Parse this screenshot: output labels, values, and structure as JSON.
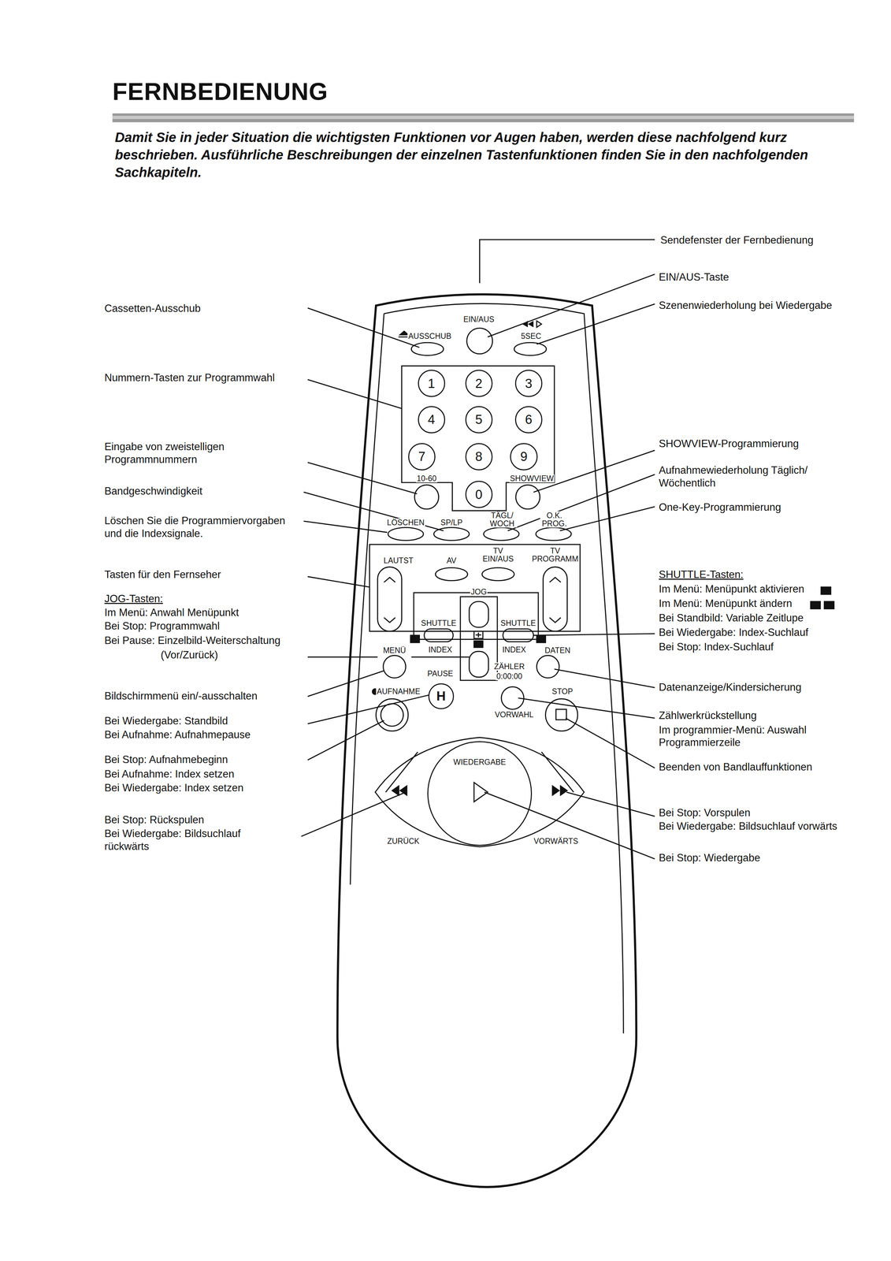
{
  "diagram": {
    "title": "FERNBEDIENUNG",
    "nodes": [
      {
        "text": [
          "1"
        ]
      },
      {
        "text": [
          "2"
        ]
      },
      {
        "text": [
          "3"
        ]
      },
      {
        "text": [
          "4"
        ]
      },
      {
        "text": [
          "5"
        ]
      },
      {
        "text": [
          "6"
        ]
      },
      {
        "text": [
          "7"
        ]
      },
      {
        "text": [
          "8"
        ]
      },
      {
        "text": [
          "9"
        ]
      },
      {
        "text": [
          "0"
        ]
      },
      {
        "text": [
          "H"
        ]
      },
      {
        "text": [
          "WIEDERGABE"
        ]
      }
    ],
    "labels": [
      "Damit Sie in jeder Situation die wichtigsten Funktionen vor Augen haben, werden diese nachfolgend kurz beschrieben. Ausführliche Beschreibungen der einzelnen Tastenfunktionen finden Sie in den nachfolgenden Sachkapiteln.",
      "Sendefenster der Fernbedienung",
      "EIN/AUS-Taste",
      "Szenenwiederholung bei Wiedergabe",
      "SHOWVIEW-Programmierung",
      "Aufnahmewiederholung Täglich/ Wöchentlich",
      "One-Key-Programmierung",
      "SHUTTLE-Tasten:",
      "Im Menü: Menüpunkt aktivieren",
      "Im Menü: Menüpunkt ändern",
      "Bei Standbild: Variable Zeitlupe",
      "Bei Wiedergabe: Index-Suchlauf",
      "Bei Stop: Index-Suchlauf",
      "Datenanzeige/Kindersicherung",
      "Zählwerkrückstellung",
      "Im programmier-Menü: Auswahl Programmierzeile",
      "Beenden von Bandlauffunktionen",
      "Bei Stop: Vorspulen",
      "Bei Wiedergabe: Bildsuchlauf vorwärts",
      "Bei Stop: Wiedergabe",
      "Cassetten-Ausschub",
      "Nummern-Tasten zur Programmwahl",
      "Eingabe von zweistelligen Programmnummern",
      "Bandgeschwindigkeit",
      "Löschen Sie die Programmiervorgaben und die Indexsignale.",
      "Tasten für den Fernseher",
      "JOG-Tasten:",
      "Im Menü: Anwahl Menüpunkt",
      "Bei Stop: Programmwahl",
      "Bei Pause: Einzelbild-Weiterschaltung",
      "(Vor/Zurück)",
      "Bildschirmmenü ein/-ausschalten",
      "Bei Wiedergabe: Standbild",
      "Bei Aufnahme: Aufnahmepause",
      "Bei Stop: Aufnahmebeginn",
      "Bei Aufnahme: Index setzen",
      "Bei Wiedergabe: Index setzen",
      "Bei Stop: Rückspulen",
      "Bei Wiedergabe: Bildsuchlauf rückwärts",
      "EIN/AUS",
      "AUSSCHUB",
      "5SEC",
      "10-60",
      "SHOWVIEW",
      "LÖSCHEN",
      "SP/LP",
      "TÄGL/ WOCH",
      "O.K. PROG.",
      "LAUTST",
      "AV",
      "TV EIN/AUS",
      "TV PROGRAMM",
      "JOG",
      "SHUTTLE",
      "SHUTTLE",
      "INDEX",
      "INDEX",
      "MENÜ",
      "DATEN",
      "PAUSE",
      "ZÄHLER",
      "0:00:00",
      "AUFNAHME",
      "STOP",
      "VORWAHL",
      "ZURÜCK",
      "VORWÄRTS"
    ]
  }
}
